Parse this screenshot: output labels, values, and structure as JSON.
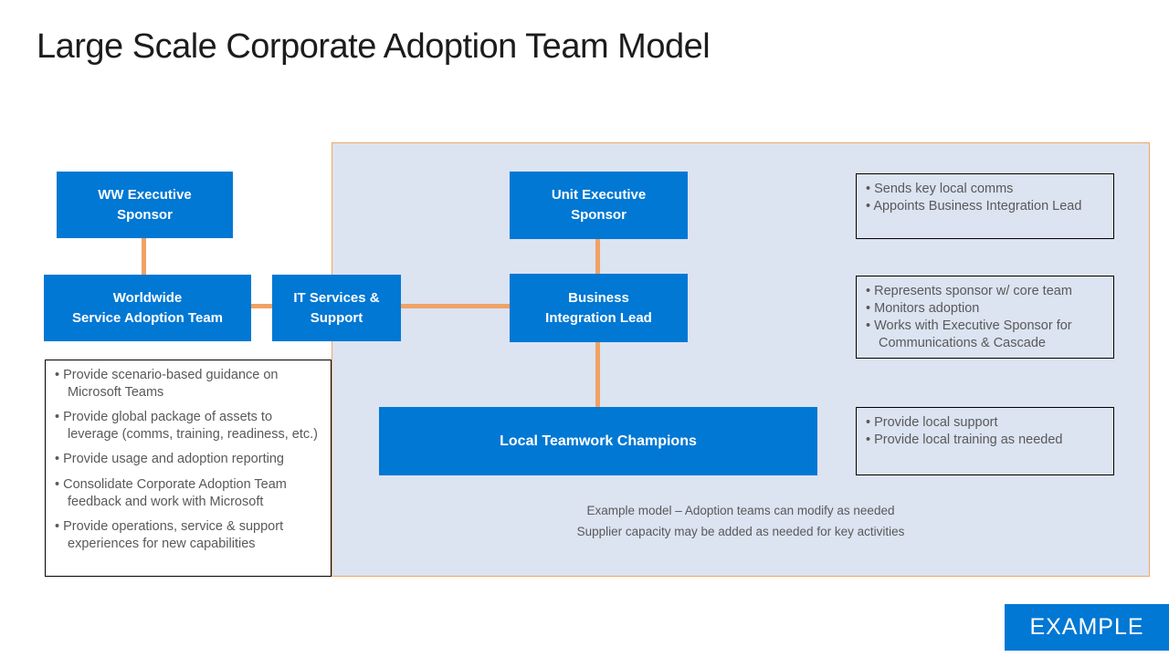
{
  "slide": {
    "title": "Large Scale Corporate Adoption Team Model",
    "example_badge": "EXAMPLE"
  },
  "colors": {
    "box_blue": "#0078D4",
    "panel_fill": "#DCE3F1",
    "panel_border": "#F2A663",
    "connector_orange": "#F0A265",
    "note_text_gray": "#595959",
    "note_border": "#000000"
  },
  "org_chart": {
    "boxes": {
      "ww_executive_sponsor": "WW Executive\nSponsor",
      "worldwide_service_adoption_team": "Worldwide\nService Adoption Team",
      "it_services_support": "IT Services &\nSupport",
      "unit_executive_sponsor": "Unit Executive\nSponsor",
      "business_integration_lead": "Business\nIntegration Lead",
      "local_teamwork_champions": "Local Teamwork Champions"
    }
  },
  "notes": {
    "worldwide_team": {
      "bullets": [
        "Provide scenario-based guidance on Microsoft Teams",
        "Provide global package of assets to leverage (comms, training, readiness, etc.)",
        "Provide usage and adoption reporting",
        "Consolidate Corporate Adoption Team feedback and work with Microsoft",
        "Provide operations, service & support experiences for new capabilities"
      ]
    },
    "unit_sponsor": {
      "bullets": [
        "Sends key local comms",
        "Appoints Business Integration Lead"
      ]
    },
    "integration_lead": {
      "bullets": [
        "Represents sponsor w/ core team",
        "Monitors adoption",
        "Works with Executive Sponsor for Communications & Cascade"
      ]
    },
    "champions": {
      "bullets": [
        "Provide local support",
        "Provide local training as needed"
      ]
    }
  },
  "caption": {
    "line1": "Example model – Adoption teams can modify as needed",
    "line2": "Supplier capacity may be added as needed for key activities"
  }
}
